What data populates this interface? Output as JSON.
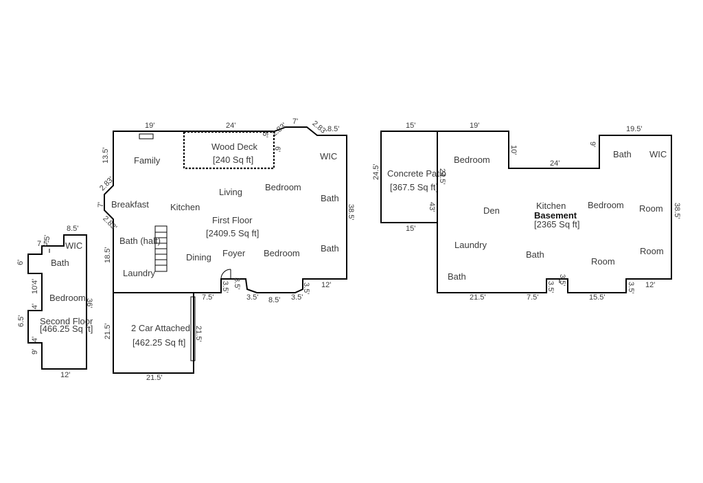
{
  "second_floor": {
    "title": "Second Floor",
    "area": "[466.25 Sq ft]",
    "rooms": [
      "WIC",
      "Bath",
      "Bedroom"
    ],
    "dims": [
      "8.5'",
      "7.5'",
      "5'",
      "6'",
      "4'",
      "10'",
      "4'",
      "6.5'",
      "4'",
      "9'",
      "12'",
      "36'"
    ]
  },
  "first_floor": {
    "title": "First Floor",
    "area": "[2409.5 Sq ft]",
    "rooms": [
      "Family",
      "Breakfast",
      "Kitchen",
      "Living",
      "Bedroom",
      "WIC",
      "Bath",
      "Bath (half)",
      "Laundry",
      "Dining",
      "Foyer",
      "Bedroom",
      "Bath"
    ],
    "dims": [
      "19'",
      "24'",
      "2.83'",
      "7'",
      "2.83'",
      "8.5'",
      "13.5'",
      "2.83'",
      "7'",
      "2.83'",
      "18.5'",
      "38.5'",
      "7.5'",
      "3.5'",
      "3.5'",
      "8.5'",
      "3.5'",
      "3.5'",
      "12'",
      "3.5'",
      "6'",
      "6'"
    ]
  },
  "wood_deck": {
    "title": "Wood Deck",
    "area": "[240 Sq ft]"
  },
  "garage": {
    "title": "2 Car Attached",
    "area": "[462.25 Sq ft]",
    "dims": [
      "21.5'",
      "21.5'",
      "21.5'"
    ]
  },
  "concrete_patio": {
    "title": "Concrete Patio",
    "area": "[367.5 Sq ft]",
    "dims": [
      "15'",
      "24.5'",
      "15'",
      "24.5'"
    ]
  },
  "basement": {
    "title": "Basement",
    "area": "[2365 Sq ft]",
    "rooms": [
      "Bedroom",
      "Den",
      "Kitchen",
      "Bedroom",
      "Bath",
      "WIC",
      "Room",
      "Laundry",
      "Bath",
      "Room",
      "Room",
      "Bath"
    ],
    "dims": [
      "19'",
      "10'",
      "24'",
      "9'",
      "19.5'",
      "38.5'",
      "43'",
      "21.5'",
      "7.5'",
      "3.5'",
      "3.5'",
      "15.5'",
      "3.5'",
      "12'"
    ]
  }
}
